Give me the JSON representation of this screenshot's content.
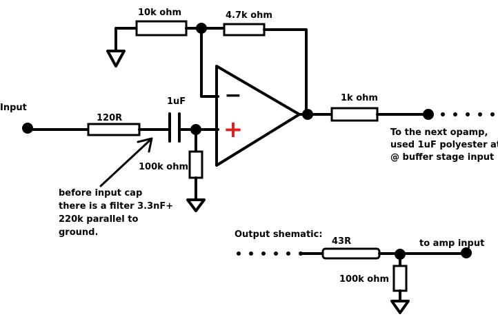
{
  "labels": {
    "r_10k": "10k ohm",
    "r_4_7k": "4.7k ohm",
    "input": "Input",
    "r_120": "120R",
    "cap_1u": "1uF",
    "r_1k": "1k ohm",
    "r_100k_in": "100k ohm",
    "next_line1": "To the next opamp,",
    "next_line2": "used 1uF polyester at",
    "next_line3": "@ buffer stage input",
    "note_line1": "before input cap",
    "note_line2": "there is a filter 3.3nF+",
    "note_line3": "220k parallel to",
    "note_line4": "ground.",
    "output_title": "Output shematic:",
    "r_43": "43R",
    "to_amp": "to amp input",
    "r_100k_out": "100k ohm"
  },
  "opamp": {
    "inverting_symbol": "−",
    "noninverting_symbol": "+"
  },
  "colors": {
    "wire": "#000000",
    "plus_sign": "#e02020",
    "background": "#ffffff"
  },
  "icons": [
    "ground-symbol",
    "resistor-symbol",
    "capacitor-symbol",
    "opamp-triangle",
    "arrow"
  ]
}
